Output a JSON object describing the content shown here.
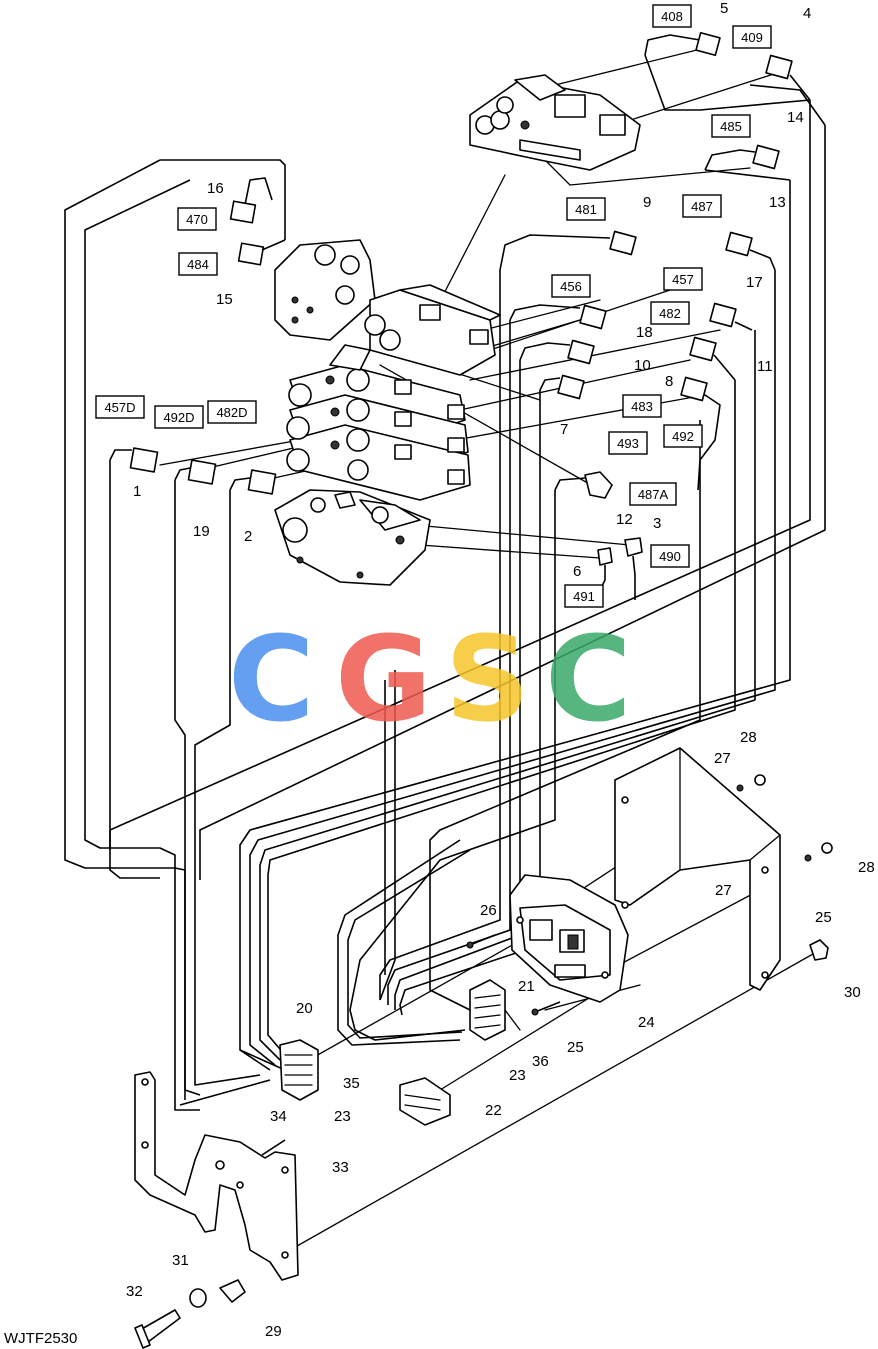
{
  "figure_id": "WJTF2530",
  "watermark": {
    "letters": [
      "C",
      "G",
      "S",
      "C"
    ],
    "colors": [
      "#4a8ff0",
      "#ef5a50",
      "#f6c62b",
      "#3aaa6a"
    ]
  },
  "callouts": [
    "1",
    "2",
    "3",
    "4",
    "5",
    "6",
    "7",
    "8",
    "9",
    "10",
    "11",
    "12",
    "13",
    "14",
    "15",
    "16",
    "17",
    "18",
    "19",
    "20",
    "21",
    "22",
    "23",
    "23",
    "24",
    "25",
    "25",
    "26",
    "27",
    "27",
    "28",
    "28",
    "29",
    "30",
    "31",
    "32",
    "33",
    "34",
    "35",
    "36"
  ],
  "boxed_labels": [
    "408",
    "409",
    "485",
    "487",
    "481",
    "470",
    "484",
    "456",
    "457",
    "482",
    "483",
    "493",
    "492",
    "487A",
    "490",
    "491",
    "457D",
    "492D",
    "482D"
  ]
}
